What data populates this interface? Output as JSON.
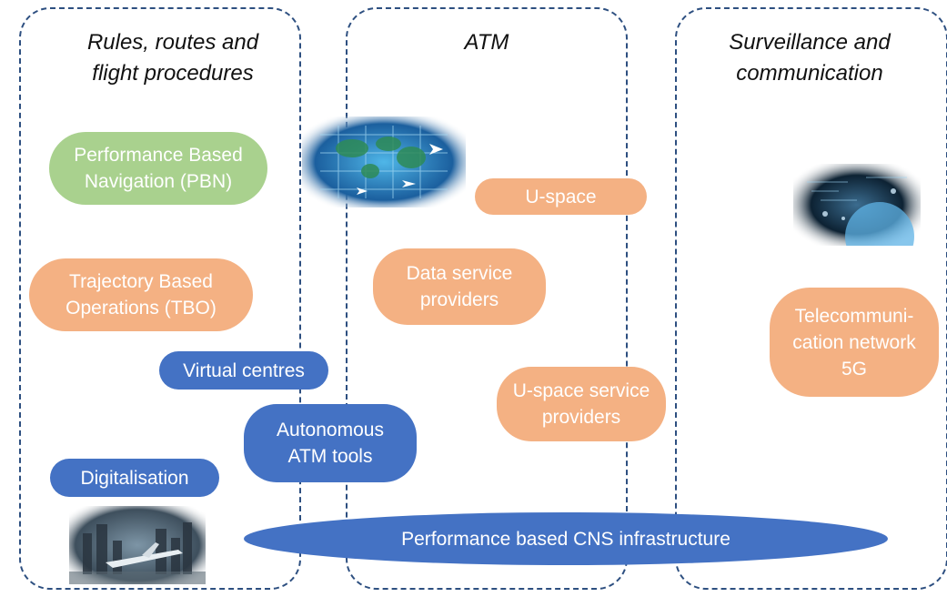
{
  "columns": [
    {
      "title": "Rules, routes and\nflight procedures"
    },
    {
      "title": "ATM"
    },
    {
      "title": "Surveillance and\ncommunication"
    }
  ],
  "items": {
    "pbn": "Performance Based\nNavigation (PBN)",
    "tbo": "Trajectory Based\nOperations (TBO)",
    "virtual_centres": "Virtual centres",
    "autonomous_atm": "Autonomous\nATM tools",
    "digitalisation": "Digitalisation",
    "u_space": "U-space",
    "data_service": "Data service\nproviders",
    "u_space_service": "U-space service\nproviders",
    "telecom": "Telecommuni-\ncation network\n5G",
    "cns": "Performance based CNS infrastructure"
  },
  "colors": {
    "border": "#2d4f80",
    "green": "#a9d18e",
    "orange": "#f4b183",
    "blue": "#4472c4"
  }
}
